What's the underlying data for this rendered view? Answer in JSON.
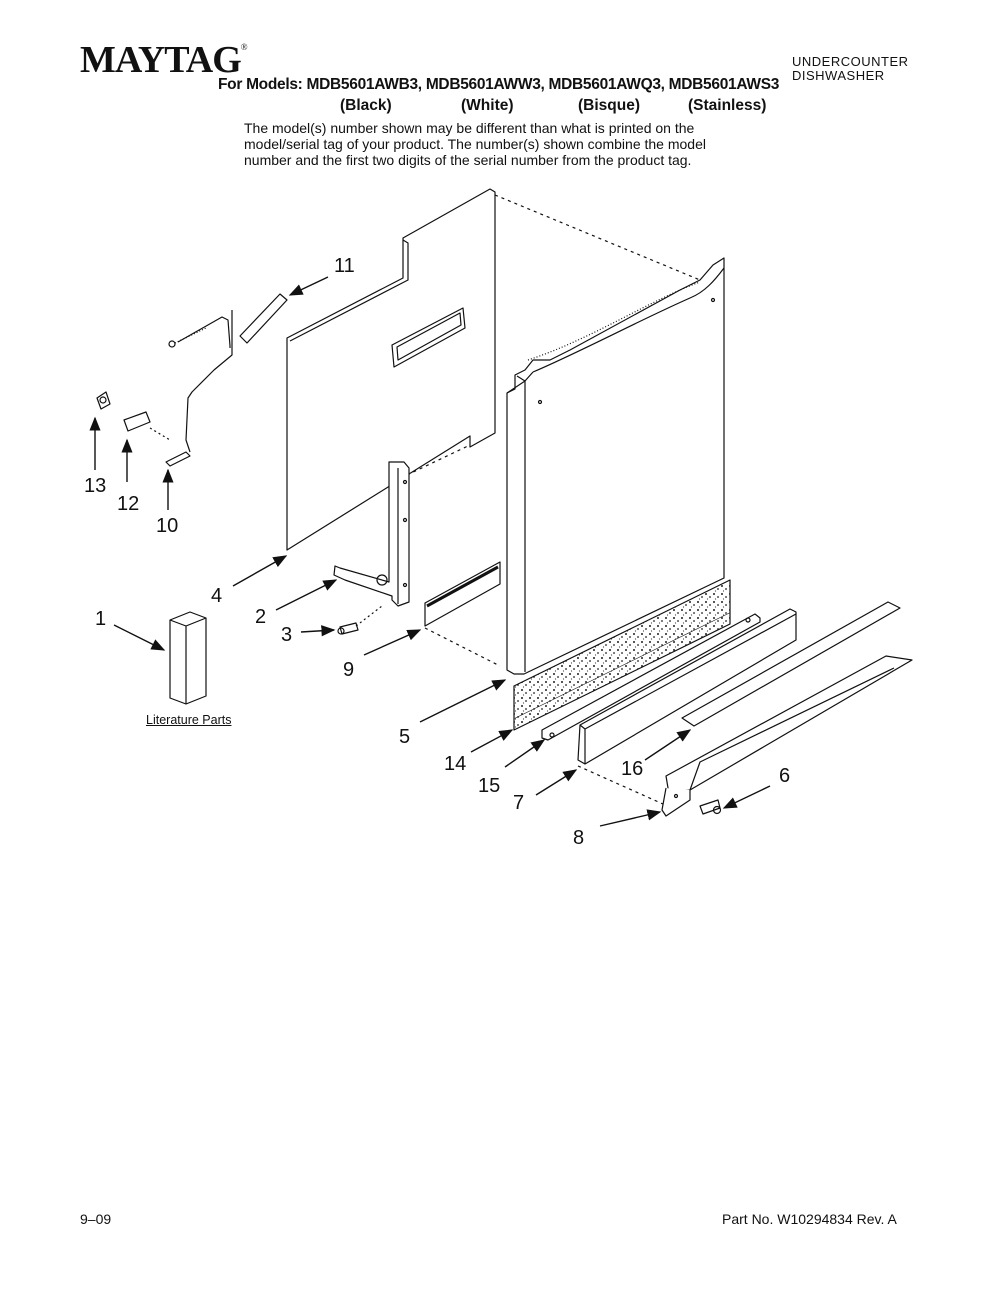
{
  "brand": {
    "logo": "MAYTAG",
    "registered_mark": "®"
  },
  "category": {
    "line1": "UNDERCOUNTER",
    "line2": "DISHWASHER"
  },
  "models": {
    "line": "For Models: MDB5601AWB3, MDB5601AWW3, MDB5601AWQ3, MDB5601AWS3",
    "finishes": [
      "(Black)",
      "(White)",
      "(Bisque)",
      "(Stainless)"
    ]
  },
  "note": {
    "lines": [
      "The model(s) number shown may be different than what is printed on the",
      "model/serial tag of your product. The number(s) shown combine the model",
      "number and the first two digits of the serial number from the product tag."
    ]
  },
  "diagram": {
    "literature_label": "Literature Parts",
    "callouts": [
      "11",
      "13",
      "12",
      "10",
      "4",
      "2",
      "3",
      "1",
      "9",
      "5",
      "14",
      "15",
      "7",
      "8",
      "16",
      "6"
    ]
  },
  "footer": {
    "date": "9–09",
    "part_number": "Part No. W10294834 Rev. A"
  }
}
